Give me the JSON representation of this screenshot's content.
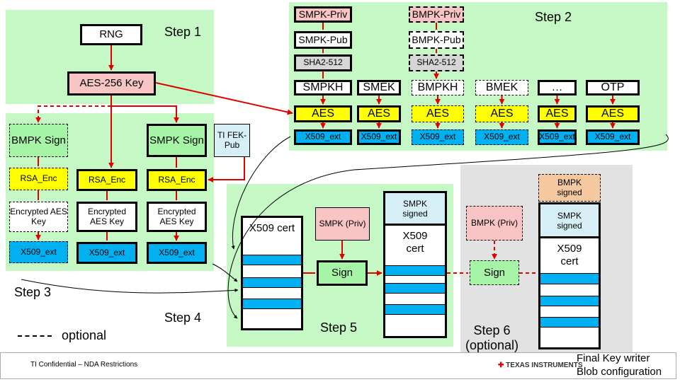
{
  "steps": {
    "s1": "Step 1",
    "s2": "Step 2",
    "s3": "Step 3",
    "s4": "Step 4",
    "s5": "Step 5",
    "s6a": "Step 6",
    "s6b": "(optional)"
  },
  "legend": {
    "optional": "optional"
  },
  "step1": {
    "rng": "RNG",
    "aes_key": "AES-256 Key"
  },
  "step2": {
    "smpk_priv": "SMPK-Priv",
    "smpk_pub": "SMPK-Pub",
    "sha_smpk": "SHA2-512",
    "bmpk_priv": "BMPK-Priv",
    "bmpk_pub": "BMPK-Pub",
    "sha_bmpk": "SHA2-512",
    "keys": [
      "SMPKH",
      "SMEK",
      "BMPKH",
      "BMEK",
      "…",
      "OTP"
    ],
    "aes": "AES",
    "x509_ext": "X509_ext"
  },
  "step3": {
    "bmpk_sign": "BMPK Sign",
    "smpk_sign": "SMPK Sign",
    "ti_fek": "TI FEK- Pub",
    "rsa_enc": "RSA_Enc",
    "enc_aes": "Encrypted AES Key",
    "x509_ext": "X509_ext"
  },
  "step5": {
    "x509_cert": "X509 cert",
    "smpk_priv": "SMPK (Priv)",
    "sign": "Sign",
    "smpk_signed": "SMPK signed"
  },
  "step6": {
    "bmpk_priv": "BMPK (Priv)",
    "sign": "Sign",
    "bmpk_signed": "BMPK signed",
    "smpk_signed": "SMPK signed",
    "x509_cert": "X509 cert"
  },
  "footer": {
    "confidential": "TI Confidential – NDA Restrictions",
    "logo": "TEXAS INSTRUMENTS",
    "caption1": "Final Key writer",
    "caption2": "Blob configuration"
  },
  "colors": {
    "arrow": "#e00000",
    "panel": "#c6f8c6",
    "aes": "#ffff00",
    "x509": "#00b0f0",
    "priv": "#f8c4c4"
  }
}
